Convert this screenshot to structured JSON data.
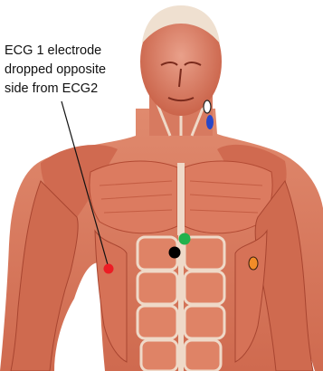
{
  "annotation": {
    "lines": [
      "ECG 1 electrode",
      "dropped opposite",
      "side from  ECG2"
    ]
  },
  "electrodes": [
    {
      "name": "white",
      "color": "#ffffff"
    },
    {
      "name": "blue",
      "color": "#2846c8"
    },
    {
      "name": "green",
      "color": "#22b14c"
    },
    {
      "name": "black",
      "color": "#000000"
    },
    {
      "name": "red",
      "color": "#ed1c24"
    },
    {
      "name": "orange",
      "color": "#f28c28"
    }
  ],
  "colors": {
    "muscle": "#d9735a",
    "muscle_dark": "#b24a33",
    "tendon": "#efd9c8"
  }
}
